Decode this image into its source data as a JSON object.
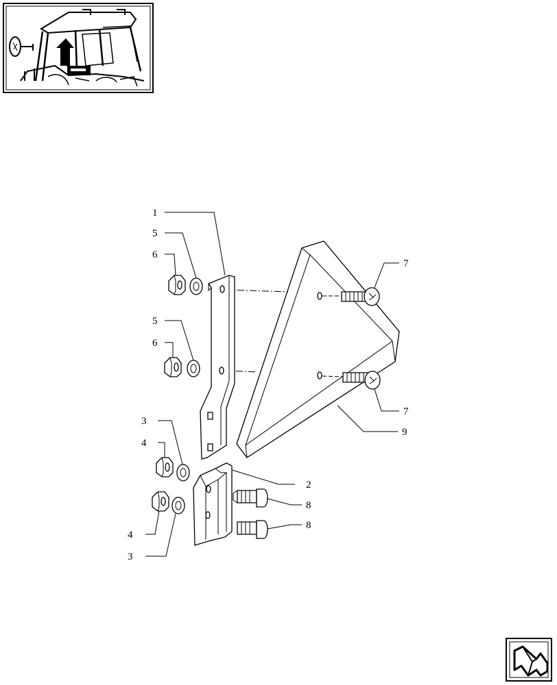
{
  "diagram": {
    "callouts": [
      {
        "id": "c1",
        "label": "1"
      },
      {
        "id": "c5a",
        "label": "5"
      },
      {
        "id": "c6a",
        "label": "6"
      },
      {
        "id": "c5b",
        "label": "5"
      },
      {
        "id": "c6b",
        "label": "6"
      },
      {
        "id": "c3a",
        "label": "3"
      },
      {
        "id": "c4a",
        "label": "4"
      },
      {
        "id": "c4b",
        "label": "4"
      },
      {
        "id": "c3b",
        "label": "3"
      },
      {
        "id": "c7a",
        "label": "7"
      },
      {
        "id": "c7b",
        "label": "7"
      },
      {
        "id": "c9",
        "label": "9"
      },
      {
        "id": "c2",
        "label": "2"
      },
      {
        "id": "c8a",
        "label": "8"
      },
      {
        "id": "c8b",
        "label": "8"
      }
    ]
  },
  "icons": {
    "thumbnail": "tractor-cab-locator-thumbnail",
    "nav": "next-page-arrow-icon"
  }
}
